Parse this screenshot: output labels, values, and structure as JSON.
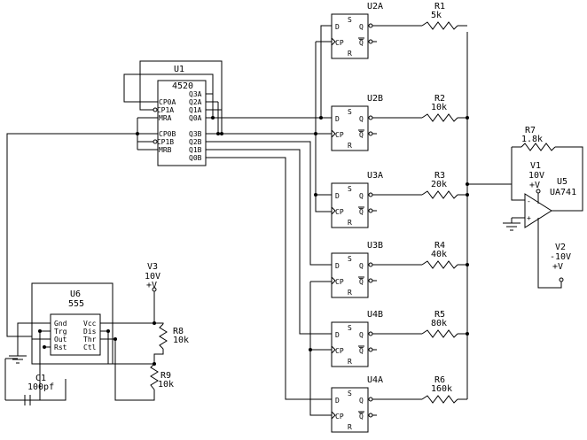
{
  "u1": {
    "ref": "U1",
    "part": "4520",
    "left_pins": [
      "CP0A",
      "-CP1A",
      "MRA",
      "CP0B",
      "-CP1B",
      "MRB"
    ],
    "right_pins": [
      "Q3A",
      "Q2A",
      "Q1A",
      "Q0A",
      "Q3B",
      "Q2B",
      "Q1B",
      "Q0B"
    ]
  },
  "u6": {
    "ref": "U6",
    "part": "555",
    "left_pins": [
      "Gnd",
      "Trg",
      "Out",
      "Rst"
    ],
    "right_pins": [
      "Vcc",
      "Dis",
      "Thr",
      "Ctl"
    ]
  },
  "flipflops": [
    {
      "ref": "U2A",
      "res": "R1",
      "val": "5k"
    },
    {
      "ref": "U2B",
      "res": "R2",
      "val": "10k"
    },
    {
      "ref": "U3A",
      "res": "R3",
      "val": "20k"
    },
    {
      "ref": "U3B",
      "res": "R4",
      "val": "40k"
    },
    {
      "ref": "U4B",
      "res": "R5",
      "val": "80k"
    },
    {
      "ref": "U4A",
      "res": "R6",
      "val": "160k"
    }
  ],
  "ff_pins": {
    "s": "S",
    "d": "D",
    "cp": "CP",
    "r": "R",
    "q": "Q",
    "qbar": "Q"
  },
  "r7": {
    "ref": "R7",
    "val": "1.8k"
  },
  "r8": {
    "ref": "R8",
    "val": "10k"
  },
  "r9": {
    "ref": "R9",
    "val": "10k"
  },
  "c1": {
    "ref": "C1",
    "val": "100pf"
  },
  "v1": {
    "ref": "V1",
    "val": "10V",
    "node": "+V"
  },
  "v2": {
    "ref": "V2",
    "val": "-10V",
    "node": "+V"
  },
  "v3": {
    "ref": "V3",
    "val": "10V",
    "node": "+V"
  },
  "u5": {
    "ref": "U5",
    "part": "UA741",
    "minus": "-",
    "plus": "+"
  }
}
